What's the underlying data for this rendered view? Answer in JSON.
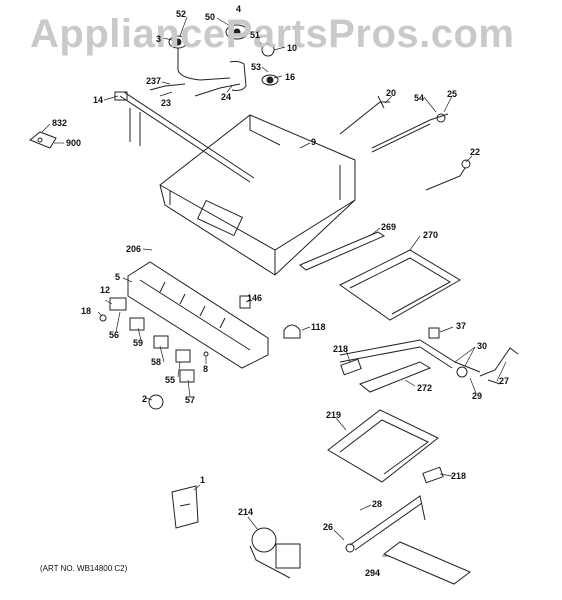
{
  "watermark": "AppliancePartsPros.com",
  "art_number": "(ART NO. WB14800 C2)",
  "callouts": [
    {
      "label": "52"
    },
    {
      "label": "50"
    },
    {
      "label": "4"
    },
    {
      "label": "3"
    },
    {
      "label": "51"
    },
    {
      "label": "10"
    },
    {
      "label": "53"
    },
    {
      "label": "16"
    },
    {
      "label": "237"
    },
    {
      "label": "23"
    },
    {
      "label": "24"
    },
    {
      "label": "14"
    },
    {
      "label": "832"
    },
    {
      "label": "900"
    },
    {
      "label": "20"
    },
    {
      "label": "54"
    },
    {
      "label": "25"
    },
    {
      "label": "9"
    },
    {
      "label": "22"
    },
    {
      "label": "269"
    },
    {
      "label": "270"
    },
    {
      "label": "206"
    },
    {
      "label": "5"
    },
    {
      "label": "12"
    },
    {
      "label": "18"
    },
    {
      "label": "146"
    },
    {
      "label": "118"
    },
    {
      "label": "56"
    },
    {
      "label": "59"
    },
    {
      "label": "58"
    },
    {
      "label": "8"
    },
    {
      "label": "55"
    },
    {
      "label": "57"
    },
    {
      "label": "2"
    },
    {
      "label": "37"
    },
    {
      "label": "30"
    },
    {
      "label": "218"
    },
    {
      "label": "272"
    },
    {
      "label": "29"
    },
    {
      "label": "27"
    },
    {
      "label": "219"
    },
    {
      "label": "218"
    },
    {
      "label": "1"
    },
    {
      "label": "214"
    },
    {
      "label": "28"
    },
    {
      "label": "26"
    },
    {
      "label": "294"
    }
  ]
}
